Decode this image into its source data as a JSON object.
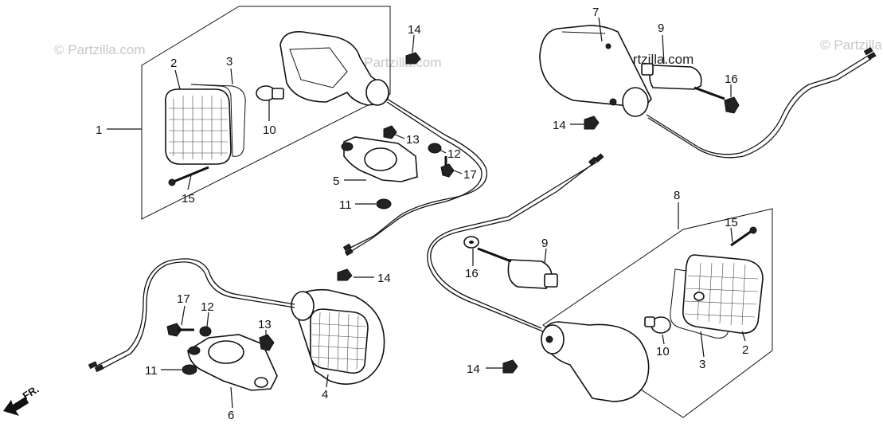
{
  "watermarks": [
    {
      "text": "© Partzilla.com"
    },
    {
      "text": "© Partzilla.com"
    },
    {
      "text": "© Partzilla.com"
    },
    {
      "text": "Partzilla.com"
    }
  ],
  "callouts": {
    "c1": "1",
    "c2a": "2",
    "c3a": "3",
    "c10a": "10",
    "c15a": "15",
    "c14a": "14",
    "c13a": "13",
    "c12a": "12",
    "c17a": "17",
    "c5": "5",
    "c11a": "11",
    "c14b": "14",
    "c7": "7",
    "c9a": "9",
    "c16a": "16",
    "c14c": "14",
    "c8": "8",
    "c9b": "9",
    "c16b": "16",
    "c15b": "15",
    "c2b": "2",
    "c3b": "3",
    "c10b": "10",
    "c14d": "14",
    "c17b": "17",
    "c12b": "12",
    "c13b": "13",
    "c11b": "11",
    "c6": "6",
    "c4": "4"
  },
  "direction_label": "FR."
}
